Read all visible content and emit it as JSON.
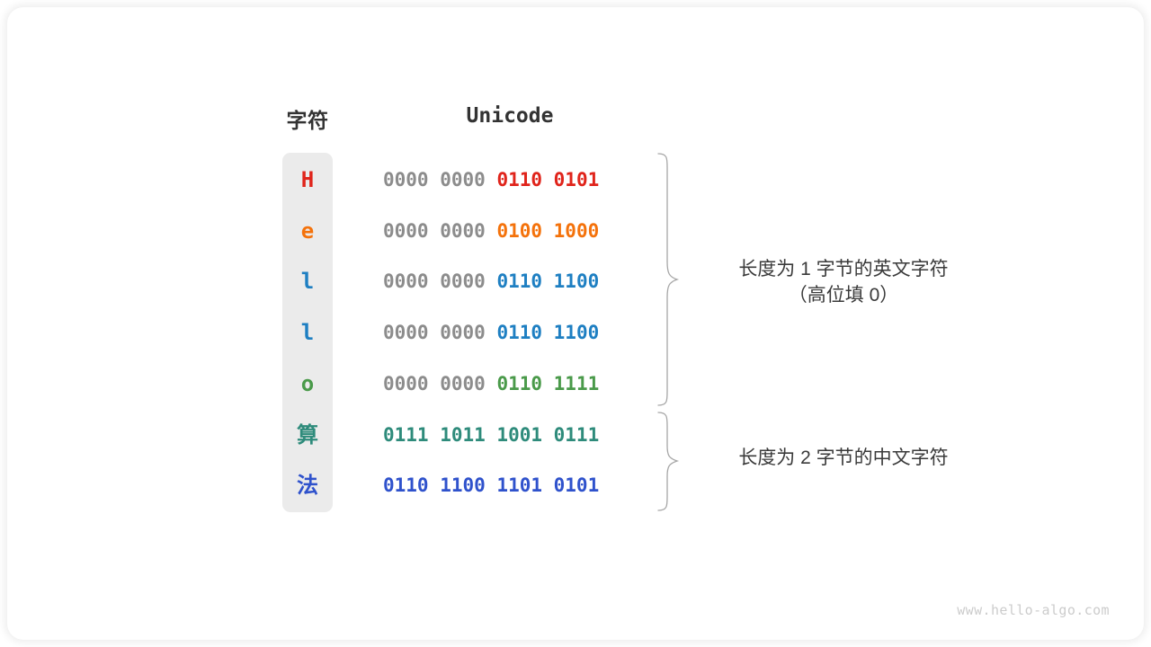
{
  "headers": {
    "char": "字符",
    "unicode": "Unicode"
  },
  "colors": {
    "pad": "#8c8c8c",
    "red": "#e0241b",
    "orange": "#f4720b",
    "blue": "#1e7fc2",
    "green": "#4a9a4a",
    "teal": "#2e8b7b",
    "indigo": "#2f52cc",
    "column_bg": "#ebebeb",
    "brace": "#a6a6a6",
    "text": "#333333",
    "watermark": "#cccccc"
  },
  "rows": [
    {
      "char": "H",
      "pad": "0000 0000 ",
      "bits": "0110 0101",
      "color": "#e0241b"
    },
    {
      "char": "e",
      "pad": "0000 0000 ",
      "bits": "0100 1000",
      "color": "#f4720b"
    },
    {
      "char": "l",
      "pad": "0000 0000 ",
      "bits": "0110 1100",
      "color": "#1e7fc2"
    },
    {
      "char": "l",
      "pad": "0000 0000 ",
      "bits": "0110 1100",
      "color": "#1e7fc2"
    },
    {
      "char": "o",
      "pad": "0000 0000 ",
      "bits": "0110 1111",
      "color": "#4a9a4a"
    },
    {
      "char": "算",
      "pad": "",
      "bits": "0111 1011 1001 0111",
      "color": "#2e8b7b"
    },
    {
      "char": "法",
      "pad": "",
      "bits": "0110 1100 1101 0101",
      "color": "#2f52cc"
    }
  ],
  "annotations": {
    "one_byte": "长度为 1 字节的英文字符\n（高位填 0）",
    "two_byte": "长度为 2 字节的中文字符"
  },
  "watermark": "www.hello-algo.com"
}
